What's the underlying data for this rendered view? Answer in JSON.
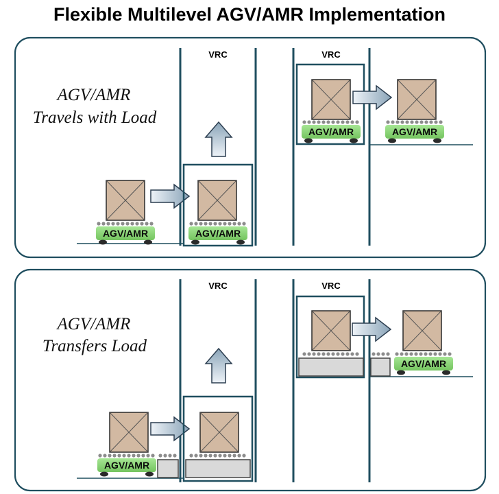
{
  "title": "Flexible Multilevel AGV/AMR Implementation",
  "panel_top": {
    "caption_line1": "AGV/AMR",
    "caption_line2": "Travels with Load",
    "vrc_label_left": "VRC",
    "vrc_label_right": "VRC",
    "agv_label": "AGV/AMR"
  },
  "panel_bottom": {
    "caption_line1": "AGV/AMR",
    "caption_line2": "Transfers Load",
    "vrc_label_left": "VRC",
    "vrc_label_right": "VRC",
    "agv_label": "AGV/AMR"
  },
  "colors": {
    "outline": "#1f4e5f",
    "box_fill": "#d2b9a2",
    "agv_green": "#8ed67b",
    "roller_gray": "#8c8c8c",
    "conveyor_gray": "#d9d9d9",
    "arrow_light": "#e6eef5",
    "arrow_dark": "#8fa9bd"
  }
}
